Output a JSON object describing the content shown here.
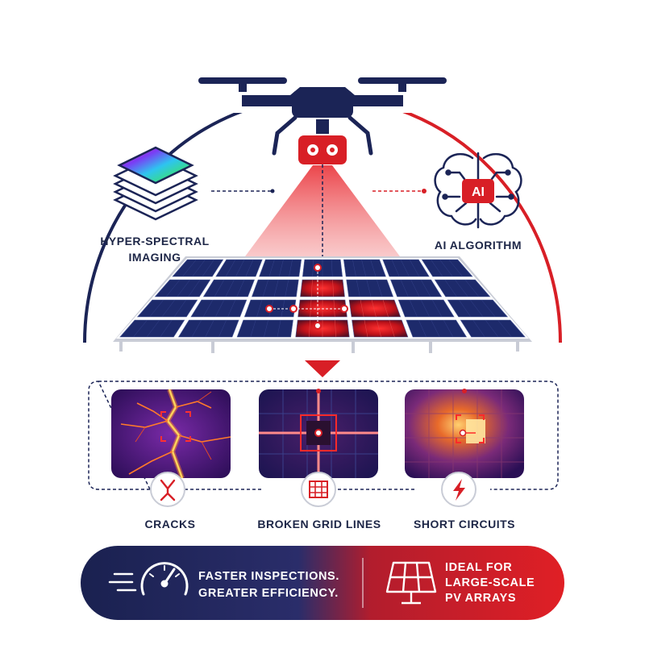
{
  "colors": {
    "navy": "#1b2456",
    "red": "#d81f26",
    "panel_cell": "#1d2a6b",
    "text": "#1d2647"
  },
  "left_feature": {
    "icon": "hyperspectral-layers-icon",
    "line1": "HYPER-SPECTRAL",
    "line2": "IMAGING"
  },
  "right_feature": {
    "icon": "ai-brain-icon",
    "chip_text": "AI",
    "label": "AI ALGORITHM"
  },
  "defects": [
    {
      "label": "CRACKS",
      "icon": "crack-icon"
    },
    {
      "label": "BROKEN GRID LINES",
      "icon": "grid-icon"
    },
    {
      "label": "SHORT CIRCUITS",
      "icon": "lightning-bolt-icon"
    }
  ],
  "banner": {
    "left_icon": "speedometer-icon",
    "left_line1": "FASTER INSPECTIONS.",
    "left_line2": "GREATER EFFICIENCY.",
    "right_icon": "solar-panel-icon",
    "right_line1": "IDEAL FOR",
    "right_line2": "LARGE-SCALE",
    "right_line3": "PV ARRAYS"
  }
}
